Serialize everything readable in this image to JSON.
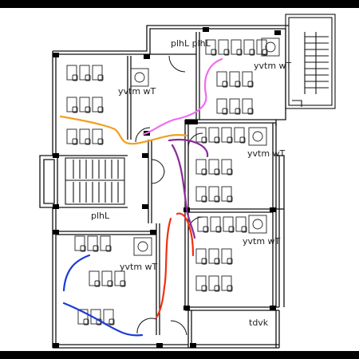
{
  "labels": {
    "room_top_corridor": "plhL plhL",
    "room_top_right": "yvtm  wT",
    "room_upper_left": "yvtm  wT",
    "room_mid_right": "yvtm  wT",
    "corridor_mid": "plhL",
    "room_lower_right": "yvtm  wT",
    "room_lower_left": "yvtm  wT",
    "room_bottom_right": "tdvk"
  },
  "colors": {
    "background": "#ffffff",
    "frame": "#000000",
    "wall": "#111111",
    "route_magenta": "#f06cf0",
    "route_orange": "#f0a020",
    "route_purple": "#8a2b9a",
    "route_red": "#f03010",
    "route_blue": "#1c3ad8"
  }
}
